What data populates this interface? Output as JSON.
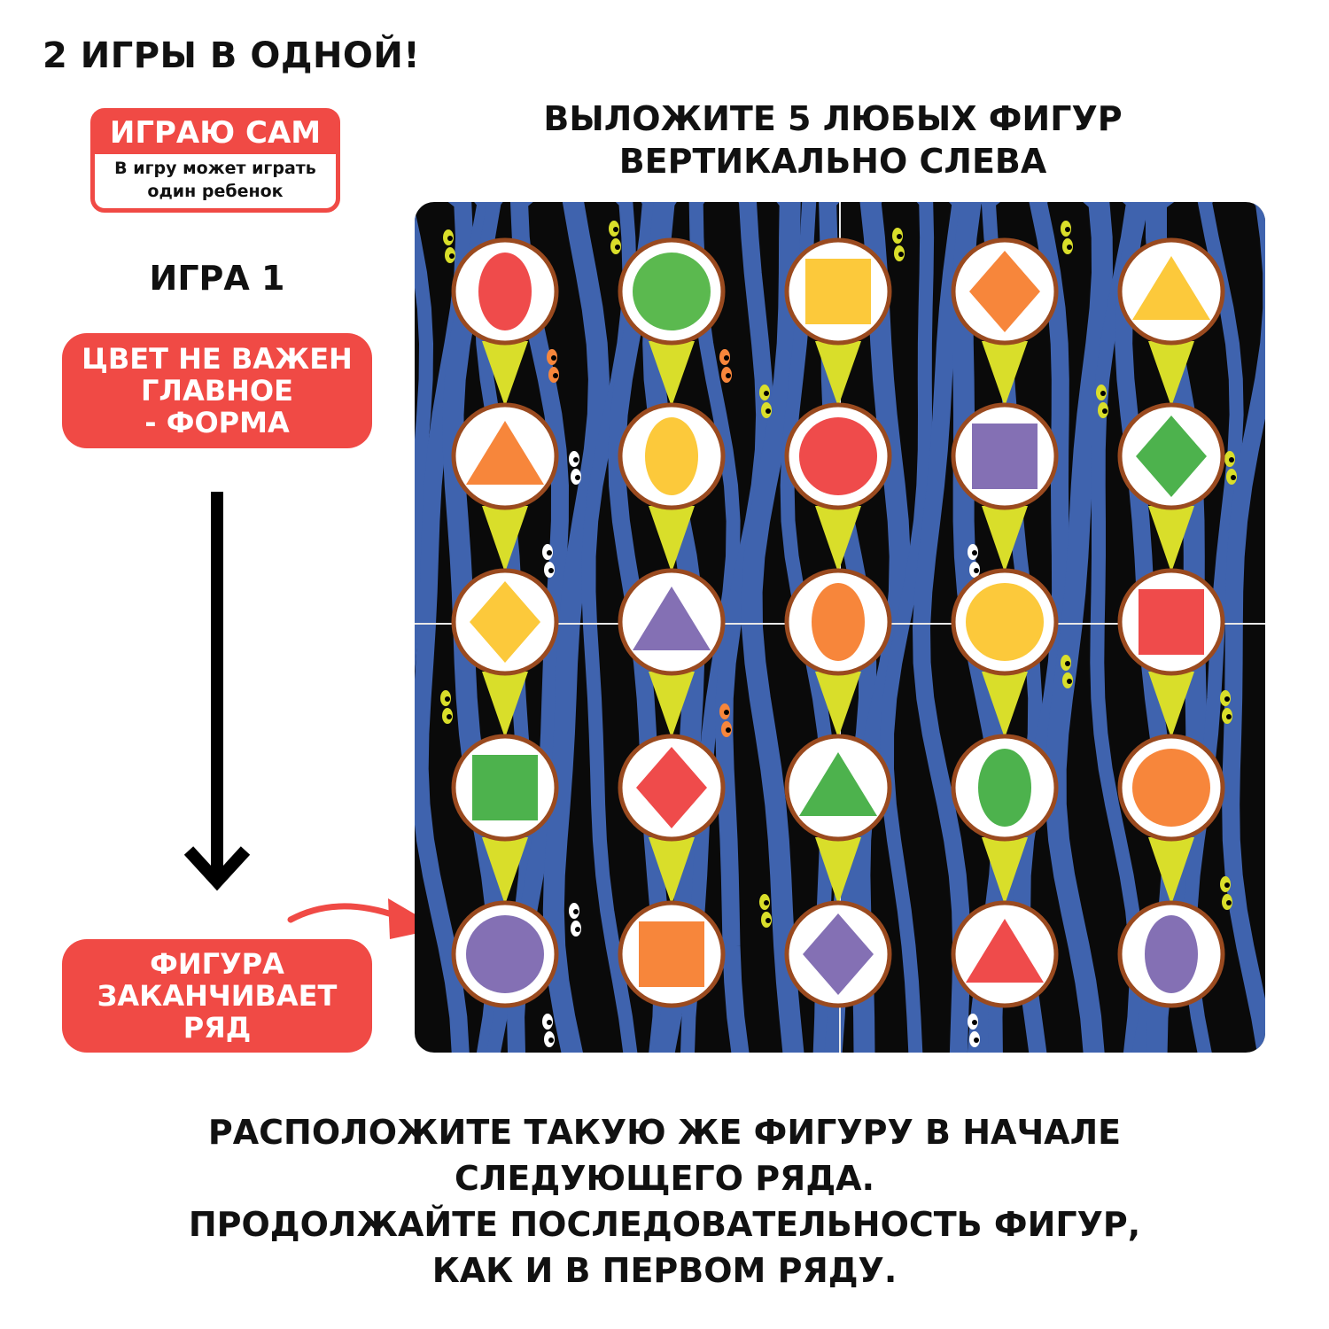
{
  "headline": "2 ИГРЫ В ОДНОЙ!",
  "badge": {
    "title": "ИГРАЮ САМ",
    "line1": "В игру может играть",
    "line2": "один ребенок"
  },
  "game_label": "ИГРА 1",
  "rule_pill": {
    "line1": "ЦВЕТ НЕ ВАЖЕН",
    "line2": "ГЛАВНОЕ",
    "line3": "- ФОРМА"
  },
  "end_pill": {
    "line1": "ФИГУРА",
    "line2": "ЗАКАНЧИВАЕТ",
    "line3": "РЯД"
  },
  "instructions_top": {
    "line1": "ВЫЛОЖИТЕ 5 ЛЮБЫХ ФИГУР",
    "line2": "ВЕРТИКАЛЬНО СЛЕВА"
  },
  "instructions_bottom": {
    "line1": "РАСПОЛОЖИТЕ ТАКУЮ ЖЕ ФИГУРУ В НАЧАЛЕ",
    "line2": "СЛЕДУЮЩЕГО РЯДА.",
    "line3": "ПРОДОЛЖАЙТЕ ПОСЛЕДОВАТЕЛЬНОСТЬ ФИГУР,",
    "line4": "КАК И В ПЕРВОМ РЯДУ."
  },
  "colors": {
    "accent_red": "#f04a45",
    "board_background": "#0a0a0a",
    "board_stripes": "#3f63ae",
    "connector_yellow": "#d9de2a",
    "token_border": "#9a4a1f"
  },
  "board": {
    "columns": [
      [
        {
          "shape": "oval",
          "color": "#ef4b4b"
        },
        {
          "shape": "triangle",
          "color": "#f7863b"
        },
        {
          "shape": "diamond",
          "color": "#fcc93b"
        },
        {
          "shape": "square",
          "color": "#4db24d"
        },
        {
          "shape": "circle",
          "color": "#8470b4"
        }
      ],
      [
        {
          "shape": "circle",
          "color": "#5bb94f"
        },
        {
          "shape": "oval",
          "color": "#fcc93b"
        },
        {
          "shape": "triangle",
          "color": "#8470b4"
        },
        {
          "shape": "diamond",
          "color": "#ef4b4b"
        },
        {
          "shape": "square",
          "color": "#f7863b"
        }
      ],
      [
        {
          "shape": "square",
          "color": "#fcc93b"
        },
        {
          "shape": "circle",
          "color": "#ef4b4b"
        },
        {
          "shape": "oval",
          "color": "#f7863b"
        },
        {
          "shape": "triangle",
          "color": "#4db24d"
        },
        {
          "shape": "diamond",
          "color": "#8470b4"
        }
      ],
      [
        {
          "shape": "diamond",
          "color": "#f7863b"
        },
        {
          "shape": "square",
          "color": "#8470b4"
        },
        {
          "shape": "circle",
          "color": "#fcc93b"
        },
        {
          "shape": "oval",
          "color": "#4db24d"
        },
        {
          "shape": "triangle",
          "color": "#ef4b4b"
        }
      ],
      [
        {
          "shape": "triangle",
          "color": "#fcc93b"
        },
        {
          "shape": "diamond",
          "color": "#4db24d"
        },
        {
          "shape": "square",
          "color": "#ef4b4b"
        },
        {
          "shape": "circle",
          "color": "#f7863b"
        },
        {
          "shape": "oval",
          "color": "#8470b4"
        }
      ]
    ]
  }
}
